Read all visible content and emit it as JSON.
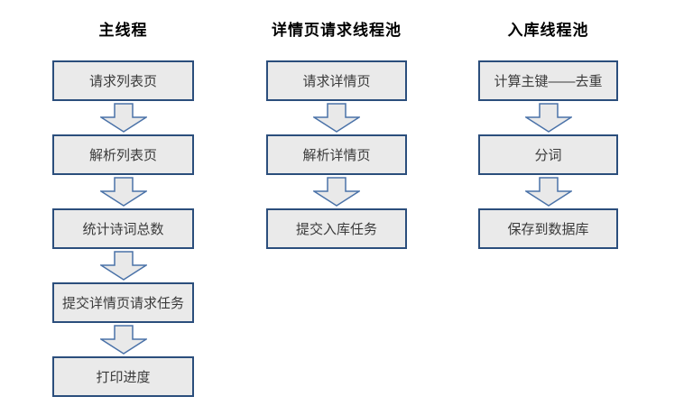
{
  "diagram": {
    "columns": [
      {
        "title": "主线程",
        "steps": [
          "请求列表页",
          "解析列表页",
          "统计诗词总数",
          "提交详情页请求任务",
          "打印进度"
        ]
      },
      {
        "title": "详情页请求线程池",
        "steps": [
          "请求详情页",
          "解析详情页",
          "提交入库任务"
        ]
      },
      {
        "title": "入库线程池",
        "steps": [
          "计算主键——去重",
          "分词",
          "保存到数据库"
        ]
      }
    ],
    "colors": {
      "background": "#ffffff",
      "box_fill": "#eaeaea",
      "box_border": "#2b4e7c",
      "arrow_fill": "#e9e9e9",
      "arrow_border": "#4a72a8",
      "step_text": "#3b3b3b",
      "title_text": "#000000"
    }
  }
}
